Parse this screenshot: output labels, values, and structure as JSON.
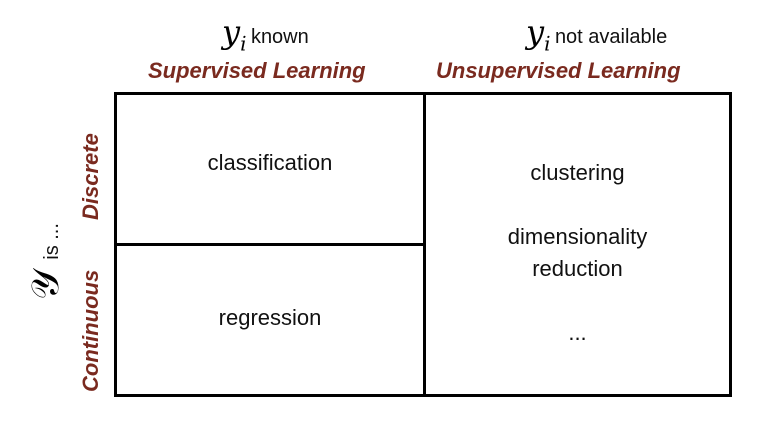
{
  "accent_color": "#7a2a1f",
  "columns": {
    "known": {
      "math_symbol": "y",
      "math_subscript": "i",
      "condition": "known",
      "heading": "Supervised Learning"
    },
    "not_available": {
      "math_symbol": "y",
      "math_subscript": "i",
      "condition": "not available",
      "heading": "Unsupervised Learning"
    }
  },
  "row_axis": {
    "math_symbol": "𝒴",
    "phrase": "is ...",
    "discrete_label": "Discrete",
    "continuous_label": "Continuous"
  },
  "cells": {
    "classification": "classification",
    "regression": "regression",
    "clustering": "clustering",
    "dimensionality_line1": "dimensionality",
    "dimensionality_line2": "reduction",
    "ellipsis": "..."
  }
}
